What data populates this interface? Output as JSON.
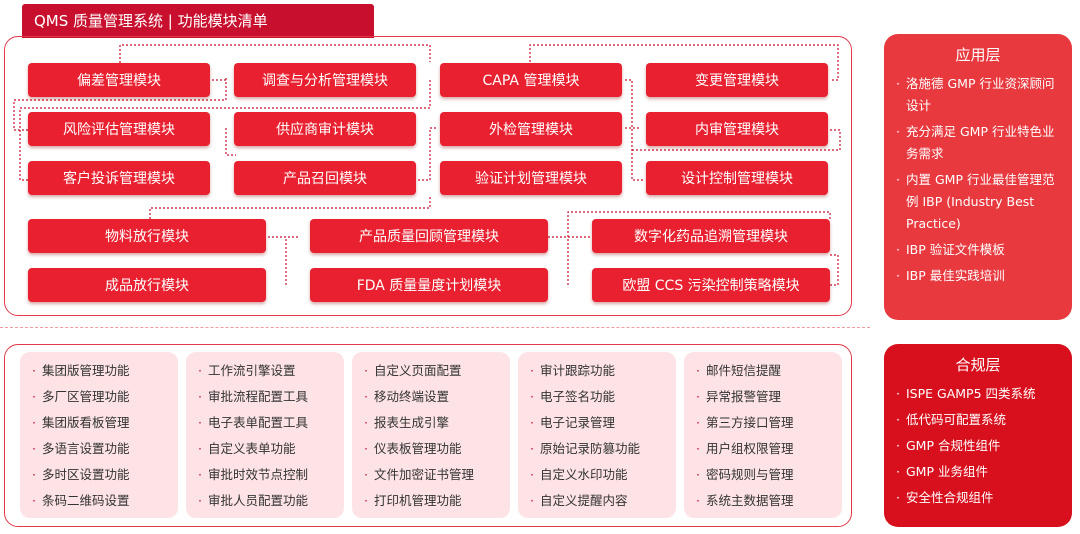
{
  "header": {
    "title": "QMS 质量管理系统 | 功能模块清单"
  },
  "modules": {
    "row1": [
      "偏差管理模块",
      "调查与分析管理模块",
      "CAPA 管理模块",
      "变更管理模块"
    ],
    "row2": [
      "风险评估管理模块",
      "供应商审计模块",
      "外检管理模块",
      "内审管理模块"
    ],
    "row3": [
      "客户投诉管理模块",
      "产品召回模块",
      "验证计划管理模块",
      "设计控制管理模块"
    ],
    "row4": [
      "物料放行模块",
      "产品质量回顾管理模块",
      "数字化药品追溯管理模块"
    ],
    "row5": [
      "成品放行模块",
      "FDA 质量量度计划模块",
      "欧盟 CCS 污染控制策略模块"
    ]
  },
  "platform_columns": [
    [
      "集团版管理功能",
      "多厂区管理功能",
      "集团版看板管理",
      "多语言设置功能",
      "多时区设置功能",
      "条码二维码设置"
    ],
    [
      "工作流引擎设置",
      "审批流程配置工具",
      "电子表单配置工具",
      "自定义表单功能",
      "审批时效节点控制",
      "审批人员配置功能"
    ],
    [
      "自定义页面配置",
      "移动终端设置",
      "报表生成引擎",
      "仪表板管理功能",
      "文件加密证书管理",
      "打印机管理功能"
    ],
    [
      "审计跟踪功能",
      "电子签名功能",
      "电子记录管理",
      "原始记录防篡功能",
      "自定义水印功能",
      "自定义提醒内容"
    ],
    [
      "邮件短信提醒",
      "异常报警管理",
      "第三方接口管理",
      "用户组权限管理",
      "密码规则与管理",
      "系统主数据管理"
    ]
  ],
  "application_layer": {
    "title": "应用层",
    "items": [
      "洛施德 GMP 行业资深顾问设计",
      "充分满足 GMP 行业特色业务需求",
      "内置 GMP 行业最佳管理范例 IBP (Industry Best Practice)",
      "IBP 验证文件模板",
      "IBP 最佳实践培训"
    ]
  },
  "compliance_layer": {
    "title": "合规层",
    "items": [
      "ISPE GAMP5 四类系统",
      "低代码可配置系统",
      "GMP 合规性组件",
      "GMP 业务组件",
      "安全性合规组件"
    ]
  },
  "colors": {
    "primary": "#e8202f",
    "dark": "#c8102e",
    "panel_light": "#fde3e6",
    "app_layer": "#e8393f",
    "compliance_layer": "#d8101e"
  }
}
